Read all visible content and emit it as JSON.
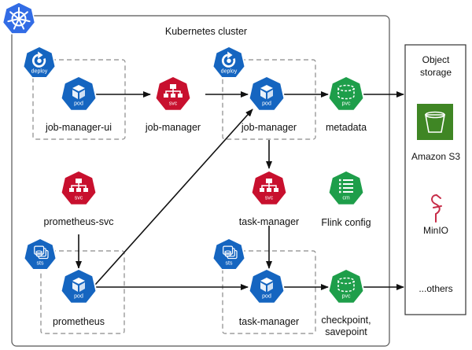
{
  "cluster": {
    "title": "Kubernetes cluster"
  },
  "storage": {
    "title_line1": "Object",
    "title_line2": "storage",
    "items": [
      "Amazon S3",
      "MinIO",
      "...others"
    ]
  },
  "nodes": {
    "job_manager_ui": "job-manager-ui",
    "job_manager_svc": "job-manager",
    "job_manager_pod": "job-manager",
    "metadata": "metadata",
    "prometheus_svc": "prometheus-svc",
    "task_manager_svc": "task-manager",
    "flink_config": "Flink config",
    "prometheus": "prometheus",
    "task_manager_pod": "task-manager",
    "checkpoint_line1": "checkpoint,",
    "checkpoint_line2": "savepoint"
  },
  "icon_labels": {
    "deploy": "deploy",
    "pod": "pod",
    "svc": "svc",
    "pvc": "pvc",
    "cm": "cm",
    "sts": "sts"
  },
  "colors": {
    "pod_blue": "#1565c0",
    "svc_red": "#c8102e",
    "pvc_green": "#1e9e4a",
    "s3_green": "#3f8624",
    "minio_red": "#c72c48",
    "k8s_blue": "#326ce5"
  }
}
